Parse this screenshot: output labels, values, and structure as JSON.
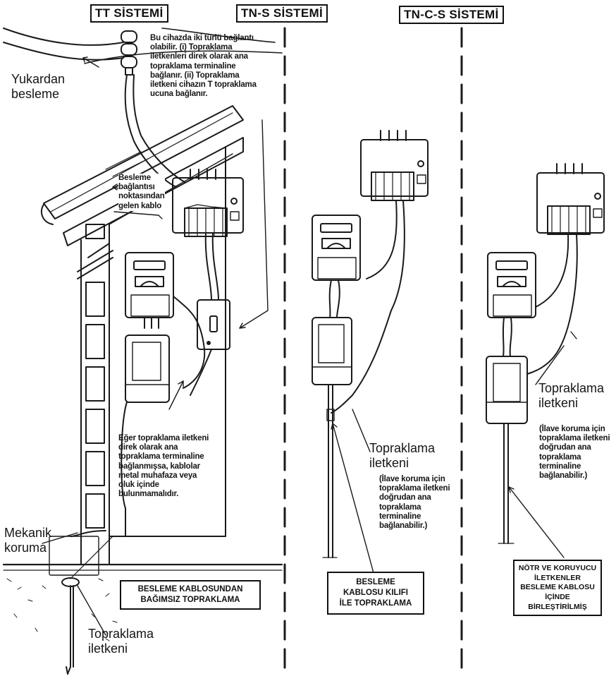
{
  "titles": {
    "tt": "TT SİSTEMİ",
    "tns": "TN-S SİSTEMİ",
    "tncs": "TN-C-S SİSTEMİ"
  },
  "tt": {
    "overhead_supply": "Yukardan\nbesleme",
    "device_note": "Bu cihazda iki türlü bağlantı\nolabilir. (i) Topraklama\niletkenleri direk olarak ana\ntopraklama terminaline\nbağlanır. (ii) Topraklama\niletkeni cihazın T topraklama\nucuna bağlanır.",
    "supply_cable_note": "Besleme\nbağlantısı\nnoktasından\ngelen kablo",
    "conductor_note": "Eğer topraklama iletkeni\ndirek olarak ana\ntopraklama terminaline\nbağlanmışsa, kablolar\nmetal muhafaza veya\noluk içinde\nbulunmamalıdır.",
    "mechanical_protection": "Mekanik\nkoruma",
    "independent_earthing": "BESLEME KABLOSUNDAN\nBAĞIMSIZ TOPRAKLAMA",
    "earthing_conductor": "Topraklama\niletkeni"
  },
  "tns": {
    "earthing_conductor": "Topraklama\niletkeni",
    "extra_protection_note": "(İlave koruma için\ntopraklama iletkeni\ndoğrudan ana\ntopraklama\nterminaline\nbağlanabilir.)",
    "sheath_earthing": "BESLEME\nKABLOSU KILIFI\nİLE TOPRAKLAMA"
  },
  "tncs": {
    "earthing_conductor": "Topraklama\niletkeni",
    "extra_protection_note": "(İlave koruma için\ntopraklama iletkeni\ndoğrudan ana\ntopraklama\nterminaline\nbağlanabilir.)",
    "combined_note": "NÖTR VE KORUYUCU\nİLETKENLER\nBESLEME KABLOSU\nİÇİNDE\nBİRLEŞTİRİLMİŞ"
  }
}
